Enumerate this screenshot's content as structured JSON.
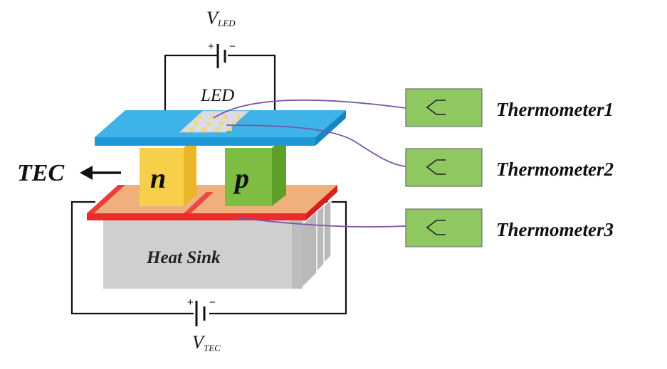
{
  "labels": {
    "v_led_main": "V",
    "v_led_sub": "LED",
    "led": "LED",
    "tec": "TEC",
    "n": "n",
    "p": "p",
    "heat_sink": "Heat Sink",
    "v_tec_main": "V",
    "v_tec_sub": "TEC",
    "plus": "+",
    "minus": "−"
  },
  "thermometers": [
    {
      "label": "Thermometer1"
    },
    {
      "label": "Thermometer2"
    },
    {
      "label": "Thermometer3"
    }
  ],
  "colors": {
    "top_plate": "#3db3e8",
    "n_leg": "#f7cf4a",
    "p_leg": "#7dbd42",
    "bottom_plate_top": "#f0b07c",
    "bottom_plate_edge": "#ee2b2b",
    "heat_sink": "#cfcfcf",
    "thermometer_box": "#8fc760",
    "probe_wire": "#7d55a8"
  }
}
